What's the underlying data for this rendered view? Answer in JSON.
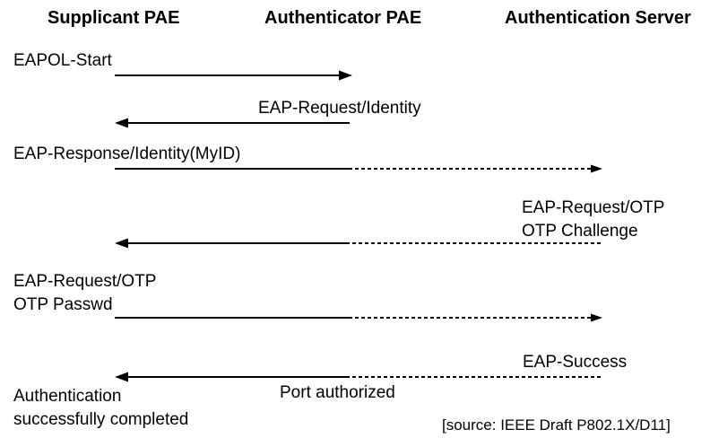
{
  "diagram": {
    "title_semantics": "802.1X EAP OTP authentication message sequence",
    "colors": {
      "ink": "#000000",
      "background": "#ffffff"
    },
    "columns": [
      {
        "id": "supplicant",
        "label": "Supplicant PAE"
      },
      {
        "id": "authenticator",
        "label": "Authenticator PAE"
      },
      {
        "id": "auth-server",
        "label": "Authentication Server"
      }
    ],
    "messages": [
      {
        "label": "EAPOL-Start",
        "from": "Supplicant PAE",
        "to": "Authenticator PAE",
        "direction": "right",
        "style": "solid"
      },
      {
        "label": "EAP-Request/Identity",
        "from": "Authenticator PAE",
        "to": "Supplicant PAE",
        "direction": "left",
        "style": "solid"
      },
      {
        "label": "EAP-Response/Identity(MyID)",
        "from": "Supplicant PAE",
        "to": "Authentication Server",
        "direction": "right",
        "style": "solid-then-dashed"
      },
      {
        "label_line1": "EAP-Request/OTP",
        "label_line2": "OTP Challenge",
        "from": "Authentication Server",
        "to": "Supplicant PAE",
        "direction": "left",
        "style": "dashed-then-solid"
      },
      {
        "label_line1": "EAP-Request/OTP",
        "label_line2": "OTP Passwd",
        "from": "Supplicant PAE",
        "to": "Authentication Server",
        "direction": "right",
        "style": "solid-then-dashed"
      },
      {
        "label": "EAP-Success",
        "note": "Port authorized",
        "from": "Authentication Server",
        "to": "Supplicant PAE",
        "direction": "left",
        "style": "dashed-then-solid"
      }
    ],
    "status": {
      "line1": "Authentication",
      "line2": "successfully completed"
    },
    "source": "[source: IEEE Draft P802.1X/D11]"
  }
}
